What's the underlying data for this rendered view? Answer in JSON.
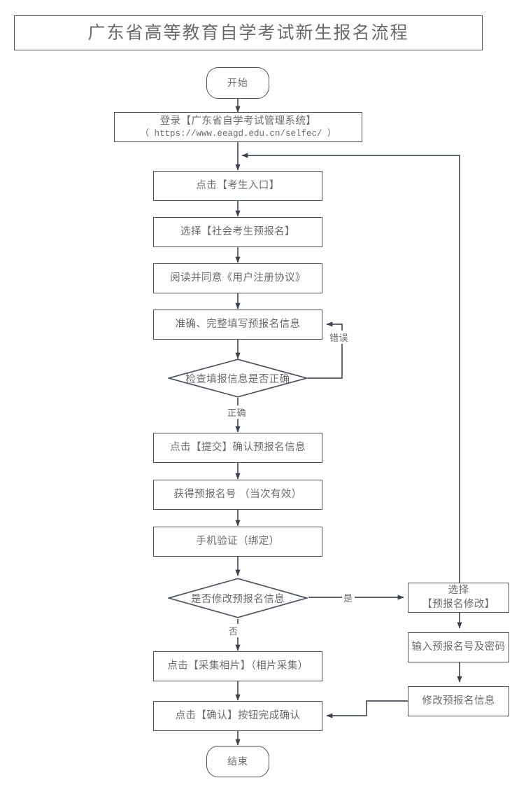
{
  "document": {
    "title": "广东省高等教育自学考试新生报名流程",
    "type": "flowchart",
    "colors": {
      "stroke": "#4a5160",
      "text": "#6b6b6b",
      "background": "#ffffff"
    }
  },
  "nodes": {
    "title": "广东省高等教育自学考试新生报名流程",
    "start": "开始",
    "login_line1": "登录【广东省自学考试管理系统】",
    "login_url": "（ https://www.eeagd.edu.cn/selfec/ ）",
    "candidate_entry": "点击【考生入口】",
    "select_preregister": "选择【社会考生预报名】",
    "agreement": "阅读并同意《用户注册协议》",
    "fill_info": "准确、完整填写预报名信息",
    "check_decision": "检查填报信息是否正确",
    "submit_confirm": "点击【提交】确认预报名信息",
    "get_number": "获得预报名号 （当次有效）",
    "phone_verify": "手机验证（绑定）",
    "modify_decision": "是否修改预报名信息",
    "collect_photo": "点击【采集相片】（相片采集）",
    "confirm_button": "点击【确认】按钮完成确认",
    "end": "结束",
    "select_modify_line1": "选择",
    "select_modify_line2": "【预报名修改】",
    "input_credentials": "输入预报名号及密码",
    "modify_info": "修改预报名信息"
  },
  "edge_labels": {
    "error": "错误",
    "correct": "正确",
    "yes": "是",
    "no": "否"
  }
}
